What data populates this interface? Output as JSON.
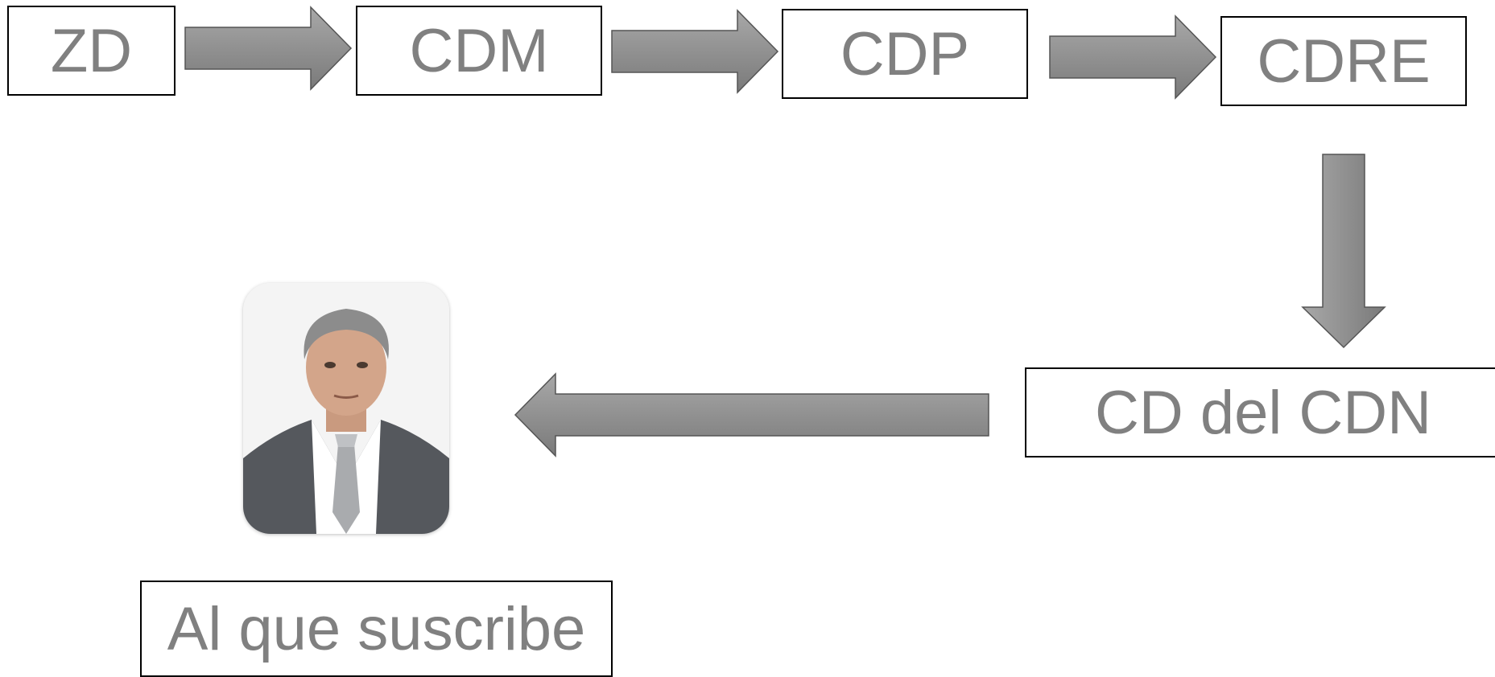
{
  "nodes": {
    "zd": "ZD",
    "cdm": "CDM",
    "cdp": "CDP",
    "cdre": "CDRE",
    "cd_cdn": "CD del CDN",
    "final": "Al que suscribe"
  },
  "colors": {
    "text": "#808080",
    "border": "#000000",
    "arrow_light": "#b3b3b3",
    "arrow_dark": "#7f7f7f"
  },
  "icons": {
    "portrait": "person-portrait-photo"
  }
}
